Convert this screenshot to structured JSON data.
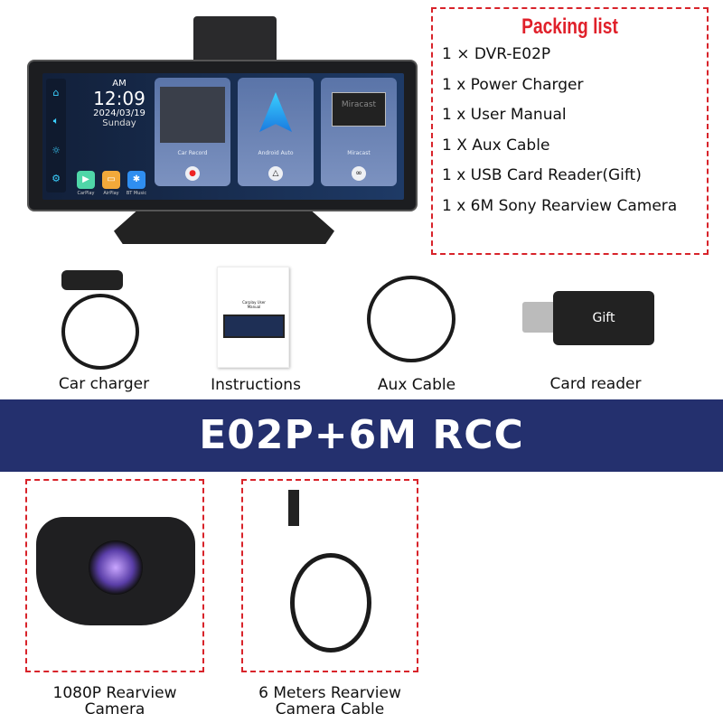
{
  "packing_list": {
    "title": "Packing list",
    "items": [
      "1 × DVR-E02P",
      "1 x Power Charger",
      "1 x User Manual",
      "1 X Aux Cable",
      "1 x USB Card Reader(Gift)",
      "1 x 6M Sony Rearview Camera"
    ]
  },
  "device_screen": {
    "ampm": "AM",
    "time": "12:09",
    "date": "2024/03/19",
    "day": "Sunday",
    "apps": [
      "CarPlay",
      "AirPlay",
      "BT Music"
    ],
    "cards": [
      "Car Record",
      "Android Auto",
      "Miracast"
    ],
    "miracast_logo": "Miracast"
  },
  "manual": {
    "title": "Carplay User Manual"
  },
  "card_reader_label": "Gift",
  "accessories": [
    "Car charger",
    "Instructions",
    "Aux Cable",
    "Card reader"
  ],
  "banner": "E02P+6M RCC",
  "rear_items": [
    "1080P Rearview Camera",
    "6 Meters Rearview Camera Cable"
  ]
}
